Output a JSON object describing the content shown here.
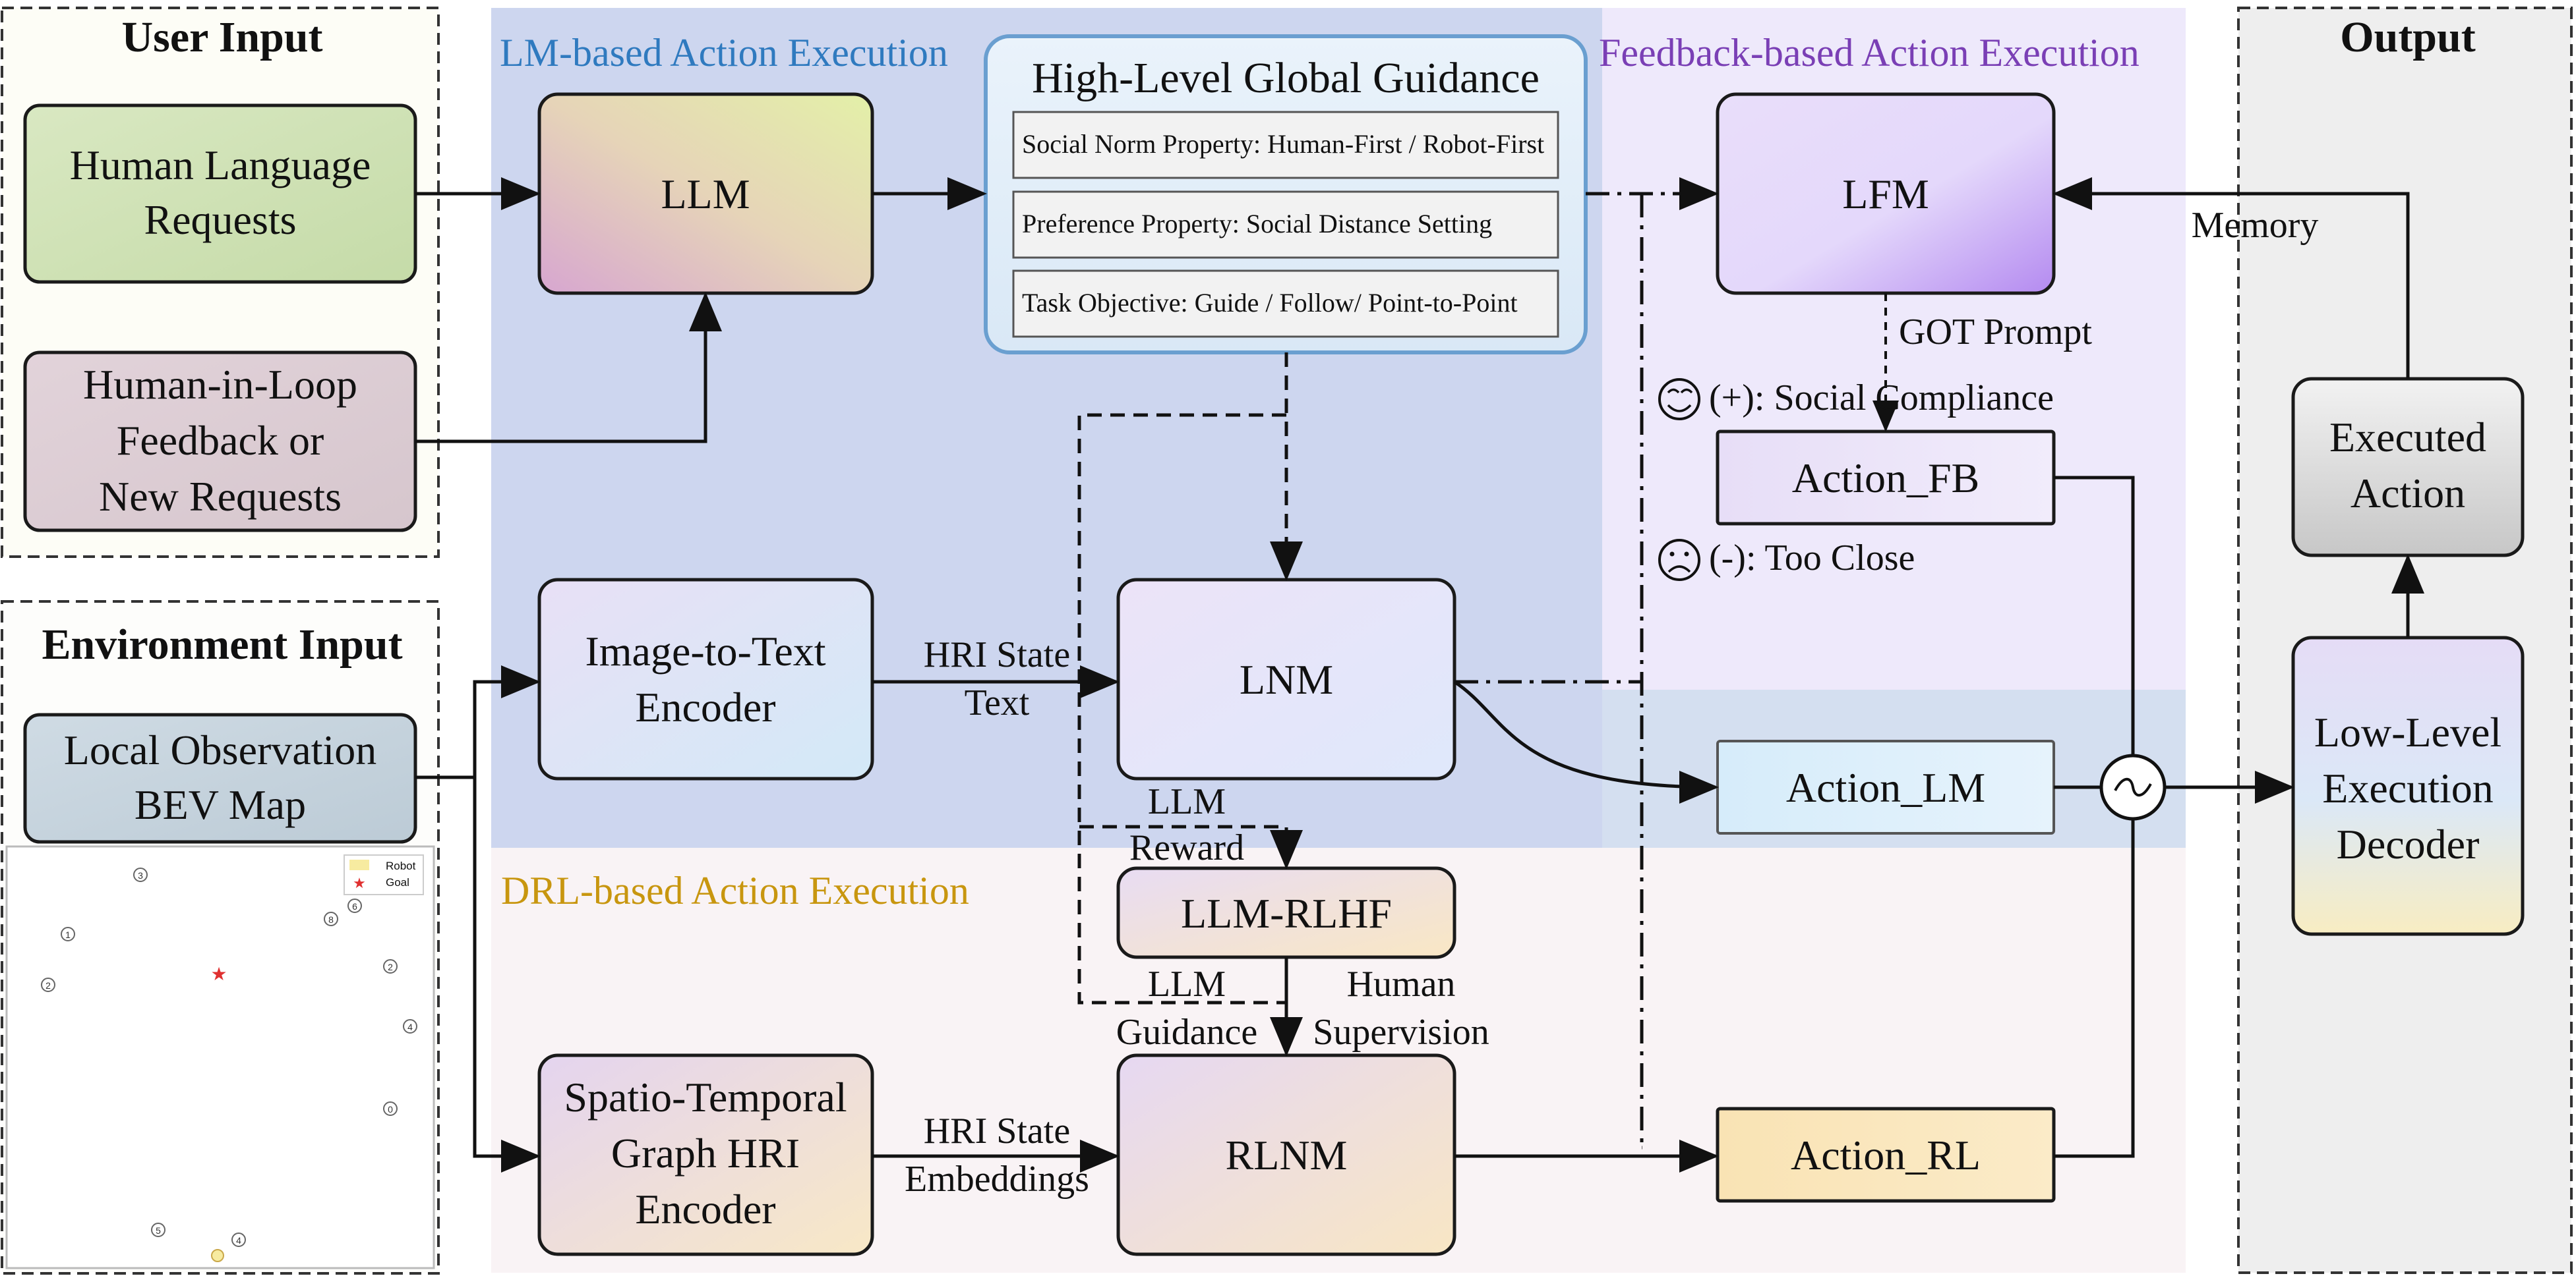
{
  "sections": {
    "user_input": "User Input",
    "environment_input": "Environment Input",
    "output": "Output",
    "lm_based": "LM-based Action Execution",
    "feedback_based": "Feedback-based Action Execution",
    "drl_based": "DRL-based Action Execution"
  },
  "nodes": {
    "human_language": [
      "Human Language",
      "Requests"
    ],
    "human_in_loop": [
      "Human-in-Loop",
      "Feedback or",
      "New Requests"
    ],
    "local_observation": [
      "Local Observation",
      "BEV Map"
    ],
    "llm": "LLM",
    "image_to_text": [
      "Image-to-Text",
      "Encoder"
    ],
    "stg_encoder": [
      "Spatio-Temporal",
      "Graph HRI",
      "Encoder"
    ],
    "lnm": "LNM",
    "llm_rlhf": "LLM-RLHF",
    "rlnm": "RLNM",
    "lfm": "LFM",
    "action_fb": "Action_FB",
    "action_lm": "Action_LM",
    "action_rl": "Action_RL",
    "executed_action": [
      "Executed",
      "Action"
    ],
    "low_level_decoder": [
      "Low-Level",
      "Execution",
      "Decoder"
    ]
  },
  "guidance": {
    "title": "High-Level Global Guidance",
    "items": [
      "Social Norm Property: Human-First / Robot-First",
      "Preference Property: Social Distance Setting",
      "Task Objective: Guide / Follow/ Point-to-Point"
    ]
  },
  "edge_labels": {
    "hri_state_text": [
      "HRI State",
      "Text"
    ],
    "hri_state_embeddings": [
      "HRI State",
      "Embeddings"
    ],
    "llm_reward": [
      "LLM",
      "Reward"
    ],
    "llm_guidance": [
      "LLM",
      "Guidance"
    ],
    "human_supervision": [
      "Human",
      "Supervision"
    ],
    "got_prompt": "GOT Prompt",
    "memory": "Memory",
    "positive": "(+): Social Compliance",
    "negative": "(-): Too Close"
  },
  "bev_map": {
    "legend": [
      "Robot",
      "Goal"
    ],
    "agents": [
      "3",
      "1",
      "2",
      "6",
      "8",
      "2",
      "4",
      "0",
      "5",
      "4"
    ]
  },
  "colors": {
    "lm_region": "#c9d3ee",
    "feedback_region": "#ece7fb",
    "drl_region": "#f8f1f3",
    "output_region": "#efefef",
    "guidance_border": "#6a9fd0",
    "lm_title": "#2f7abf",
    "feedback_title": "#7a3fb5",
    "drl_title": "#c8960f"
  }
}
